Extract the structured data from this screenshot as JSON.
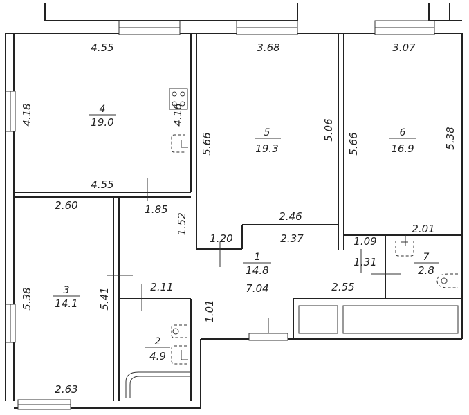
{
  "rooms": [
    {
      "id": "r1",
      "number": "1",
      "area": "14.8"
    },
    {
      "id": "r2",
      "number": "2",
      "area": "4.9"
    },
    {
      "id": "r3",
      "number": "3",
      "area": "14.1"
    },
    {
      "id": "r4",
      "number": "4",
      "area": "19.0"
    },
    {
      "id": "r5",
      "number": "5",
      "area": "19.3"
    },
    {
      "id": "r6",
      "number": "6",
      "area": "16.9"
    },
    {
      "id": "r7",
      "number": "7",
      "area": "2.8"
    }
  ],
  "dimensions": {
    "r4_top": "4.55",
    "r4_bottom": "4.55",
    "r4_left": "4.18",
    "r4_right": "4.16",
    "r5_top": "3.68",
    "r5_left": "5.66",
    "r5_right": "5.06",
    "r6_top": "3.07",
    "r6_left": "5.66",
    "r6_right": "5.38",
    "r3_top": "2.60",
    "r3_bottom": "2.63",
    "r3_left": "5.38",
    "r3_right": "5.41",
    "hall_a": "1.85",
    "hall_b": "1.52",
    "hall_c": "1.20",
    "hall_d": "2.46",
    "hall_e": "2.37",
    "hall_f": "7.04",
    "hall_g": "2.55",
    "hall_h": "1.09",
    "hall_i": "1.31",
    "hall_j": "2.01",
    "r2_top": "2.11",
    "r2_right": "1.01"
  }
}
